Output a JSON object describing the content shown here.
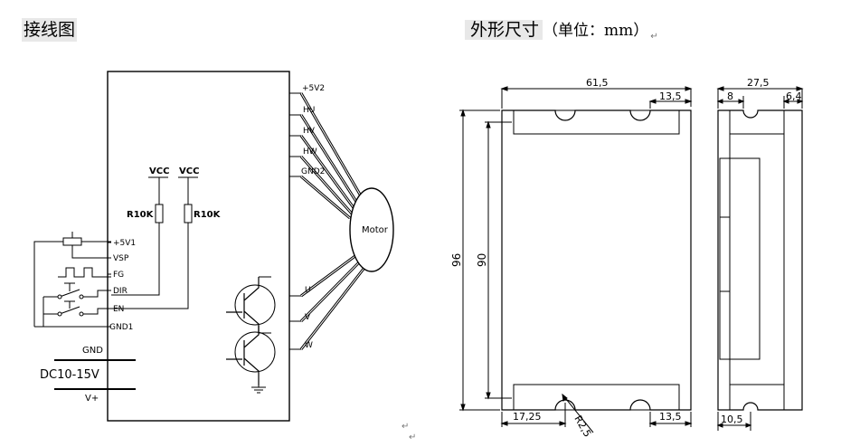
{
  "headings": {
    "wiring": "接线图",
    "dimensions": "外形尺寸",
    "unit": "（单位：mm）"
  },
  "para_mark": "↵",
  "wiring": {
    "right_pins": [
      "+5V2",
      "HU",
      "HV",
      "HW",
      "GND2",
      "U",
      "V",
      "W"
    ],
    "left_pins": [
      "+5V1",
      "VSP",
      "FG",
      "DIR",
      "EN",
      "GND1"
    ],
    "vcc": "VCC",
    "resistor": "R10K",
    "motor": "Motor",
    "gnd": "GND",
    "supply": "DC10-15V",
    "vplus": "V+"
  },
  "dims": {
    "width": "61,5",
    "slot_right": "13,5",
    "height_outer": "96",
    "height_inner": "90",
    "slot_left_bottom": "17,25",
    "radius": "R2,5",
    "slot_right_bottom": "13,5",
    "side_depth": "27,5",
    "side_8": "8",
    "side_64": "6,4",
    "side_105": "10,5"
  }
}
